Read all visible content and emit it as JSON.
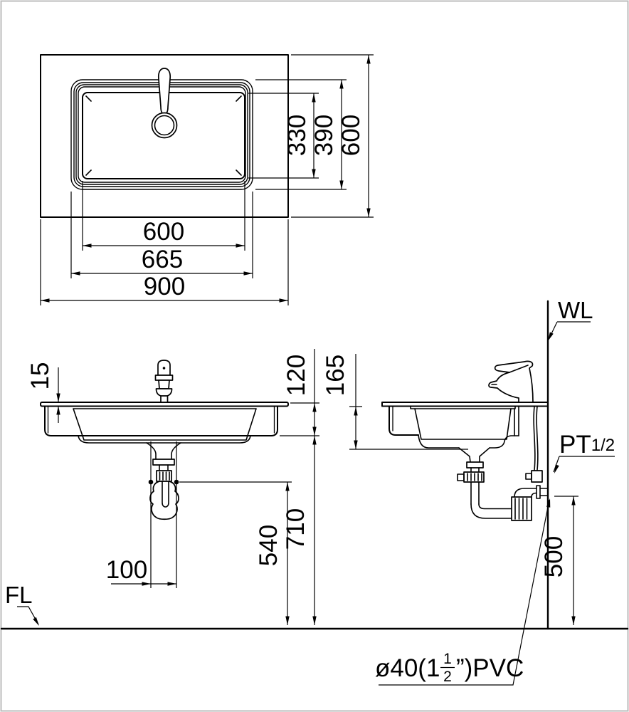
{
  "colors": {
    "background": "#ffffff",
    "line": "#000000",
    "frame": "#bdbdbd"
  },
  "top_view": {
    "dims": {
      "inner_width": "600",
      "rim_width": "665",
      "counter_width": "900",
      "inner_depth": "330",
      "rim_depth": "390",
      "counter_depth": "600"
    }
  },
  "front_view": {
    "dims": {
      "counter_thickness": "15",
      "basin_height": "120",
      "trap_offset": "100",
      "trap_outlet_height": "540",
      "basin_bottom_height": "710"
    }
  },
  "side_view": {
    "dims": {
      "bowl_depth": "165",
      "outlet_height": "500"
    },
    "labels": {
      "wall_line": "WL",
      "floor_line": "FL",
      "supply_type": "PT",
      "supply_size": "1/2",
      "drain_prefix": "ø40(1",
      "drain_frac_num": "1",
      "drain_frac_den": "2",
      "drain_suffix": "”)PVC"
    }
  }
}
